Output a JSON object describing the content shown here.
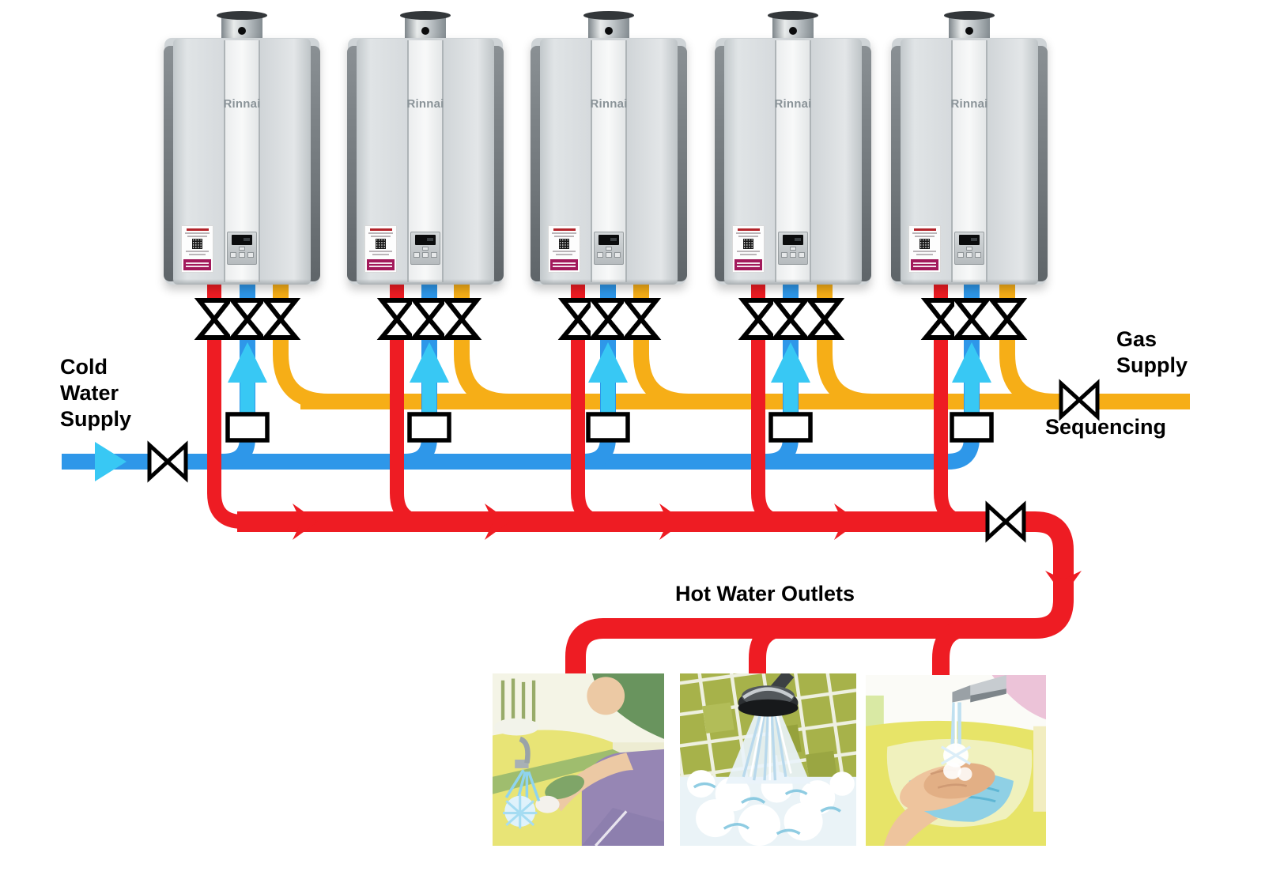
{
  "labels": {
    "cold_water_supply": [
      "Cold",
      "Water",
      "Supply"
    ],
    "gas_supply": [
      "Gas",
      "Supply"
    ],
    "sequencing": "Sequencing",
    "hot_water_outlets": "Hot Water Outlets"
  },
  "heater": {
    "brand": "Rinnai",
    "count": 5
  },
  "colors": {
    "hot": "#EE1C23",
    "cold": "#2E97E9",
    "arrow": "#38C8F4",
    "gas": "#F6AE17",
    "ink": "#000000",
    "magenta": "#A2195B"
  },
  "outlet_scenes": [
    "kitchen-sink-washing",
    "shower-spray",
    "washing-hands"
  ]
}
